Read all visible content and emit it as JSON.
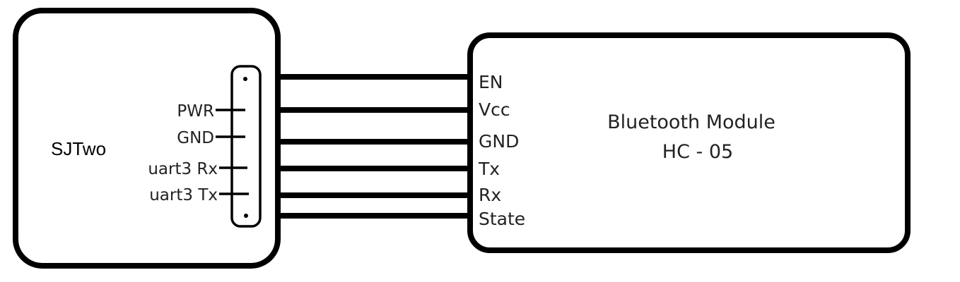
{
  "colors": {
    "line": "#000000",
    "text": "#222222",
    "background": "#ffffff"
  },
  "sjtwo": {
    "title": "SJTwo",
    "pins": [
      "PWR",
      "GND",
      "uart3 Rx",
      "uart3 Tx"
    ]
  },
  "hc05": {
    "title_line1": "Bluetooth Module",
    "title_line2": "HC - 05",
    "pins": [
      "EN",
      "Vcc",
      "GND",
      "Tx",
      "Rx",
      "State"
    ]
  }
}
